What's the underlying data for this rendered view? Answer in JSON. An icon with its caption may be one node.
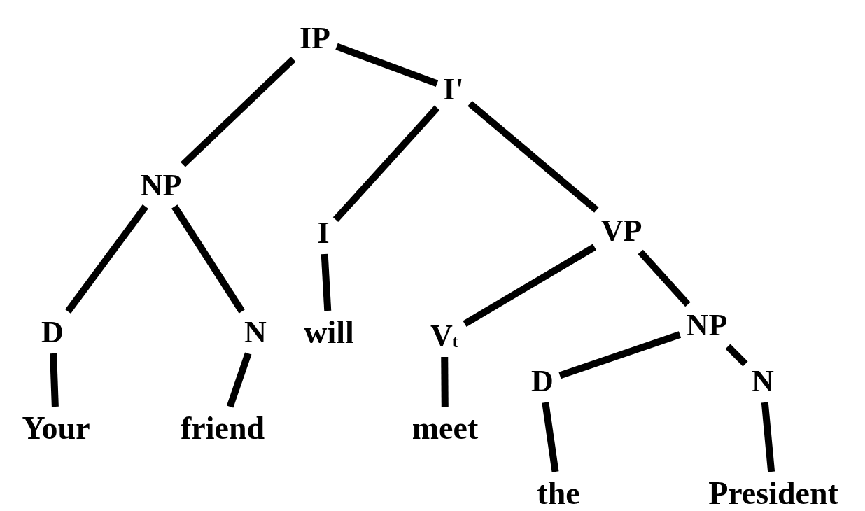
{
  "diagram": {
    "nodes": [
      {
        "text": [
          "IP"
        ]
      },
      {
        "text": [
          "NP"
        ]
      },
      {
        "text": [
          "I'"
        ]
      },
      {
        "text": [
          "I"
        ]
      },
      {
        "text": [
          "VP"
        ]
      },
      {
        "text": [
          "D"
        ]
      },
      {
        "text": [
          "N"
        ]
      },
      {
        "text": [
          "will"
        ]
      },
      {
        "text": [
          "V$_{t}$"
        ]
      },
      {
        "text": [
          "D"
        ]
      },
      {
        "text": [
          "NP"
        ]
      },
      {
        "text": [
          "N"
        ]
      },
      {
        "text": [
          "Your"
        ]
      },
      {
        "text": [
          "friend"
        ]
      },
      {
        "text": [
          "meet"
        ]
      },
      {
        "text": [
          "the"
        ]
      },
      {
        "text": [
          "President"
        ]
      }
    ],
    "edges": [
      {
        "from": 0,
        "to": 1,
        "arrow": "none"
      },
      {
        "from": 0,
        "to": 2,
        "arrow": "none"
      },
      {
        "from": 1,
        "to": 5,
        "arrow": "none"
      },
      {
        "from": 1,
        "to": 6,
        "arrow": "none"
      },
      {
        "from": 2,
        "to": 3,
        "arrow": "none"
      },
      {
        "from": 2,
        "to": 4,
        "arrow": "none"
      },
      {
        "from": 3,
        "to": 7,
        "arrow": "none"
      },
      {
        "from": 4,
        "to": 8,
        "arrow": "none"
      },
      {
        "from": 4,
        "to": 10,
        "arrow": "none"
      },
      {
        "from": 5,
        "to": 12,
        "arrow": "none"
      },
      {
        "from": 6,
        "to": 13,
        "arrow": "none"
      },
      {
        "from": 8,
        "to": 14,
        "arrow": "none"
      },
      {
        "from": 10,
        "to": 9,
        "arrow": "none"
      },
      {
        "from": 10,
        "to": 11,
        "arrow": "none"
      },
      {
        "from": 9,
        "to": 15,
        "arrow": "none"
      },
      {
        "from": 11,
        "to": 16,
        "arrow": "none"
      }
    ]
  }
}
